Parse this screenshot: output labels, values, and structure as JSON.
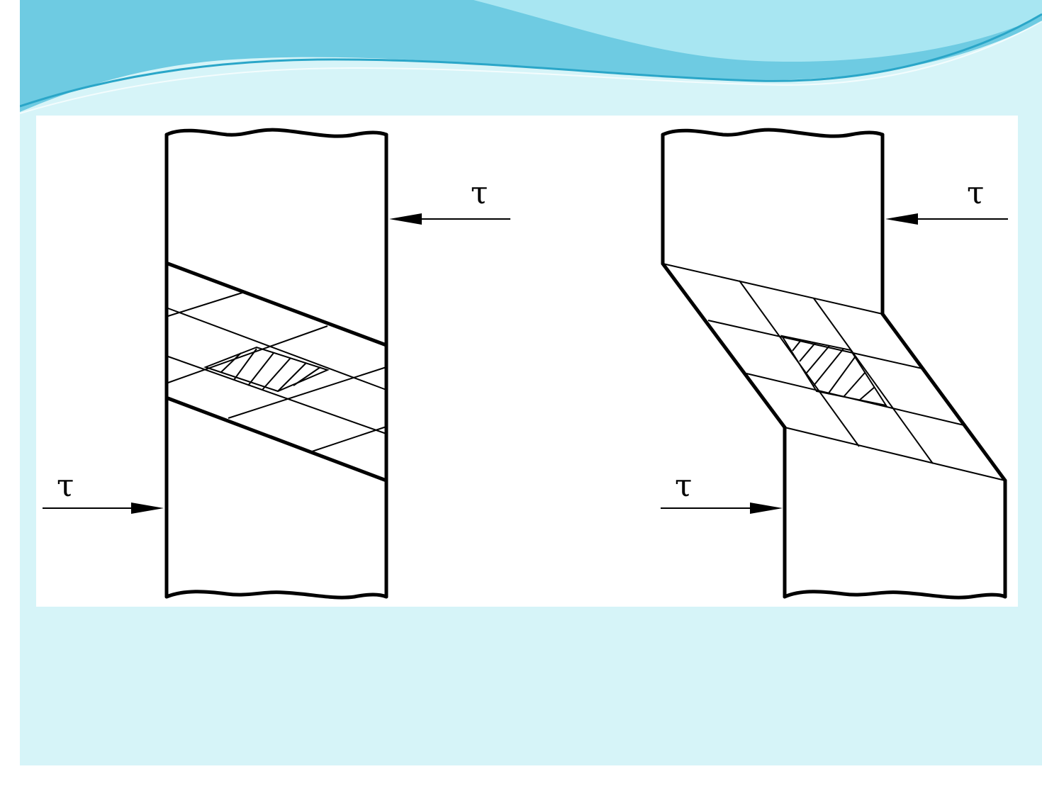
{
  "colors": {
    "slide_background": "#d6f4f8",
    "banner_main": "#6ecbe2",
    "banner_light": "#a8e6f2",
    "banner_accent": "#2aa6c8",
    "panel": "#ffffff",
    "ink": "#000000"
  },
  "figures": {
    "left": {
      "force_label_top": "τ",
      "force_label_bottom": "τ"
    },
    "right": {
      "force_label_top": "τ",
      "force_label_bottom": "τ"
    }
  }
}
